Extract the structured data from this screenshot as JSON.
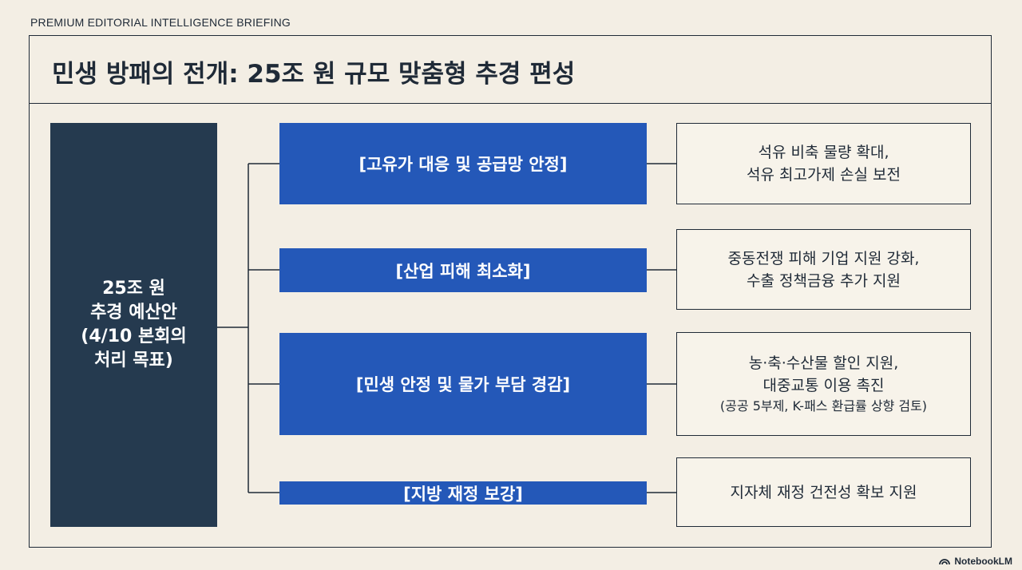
{
  "header": {
    "label": "PREMIUM EDITORIAL INTELLIGENCE BRIEFING"
  },
  "title": "민생 방패의 전개: 25조 원 규모 맞춤형 추경 편성",
  "root": {
    "lines": [
      "25조 원",
      "추경 예산안",
      "(4/10 본회의",
      "처리 목표)"
    ]
  },
  "branches": [
    {
      "category": "[고유가 대응 및 공급망 안정]",
      "details": [
        "석유 비축 물량 확대,",
        "석유 최고가제 손실 보전"
      ]
    },
    {
      "category": "[산업 피해 최소화]",
      "details": [
        "중동전쟁 피해 기업 지원 강화,",
        "수출 정책금융 추가 지원"
      ]
    },
    {
      "category": "[민생 안정 및 물가 부담 경감]",
      "details": [
        "농·축·수산물 할인 지원,",
        "대중교통 이용 촉진"
      ],
      "note": "(공공 5부제, K-패스 환급률 상향 검토)"
    },
    {
      "category": "[지방 재정 보강]",
      "details": [
        "지자체 재정 건전성 확보 지원"
      ]
    }
  ],
  "colors": {
    "background": "#f3eee4",
    "root_box": "#253a4f",
    "category_box": "#2458b8",
    "line": "#1f2a37"
  },
  "logo": {
    "text": "NotebookLM",
    "icon": "notebooklm-logo-icon"
  }
}
